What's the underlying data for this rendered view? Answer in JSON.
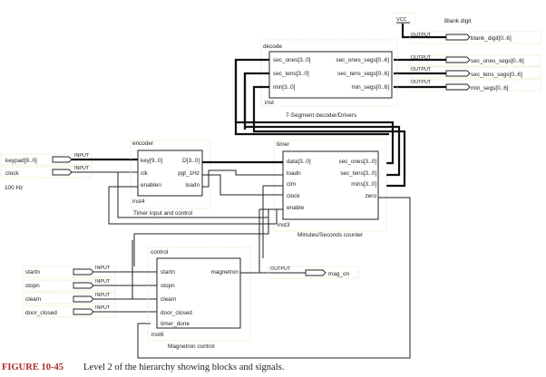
{
  "figure": {
    "number": "FIGURE 10-45",
    "caption": "Level 2 of the hierarchy showing blocks and signals."
  },
  "vcc": {
    "label": "VCC",
    "note": "Blank digit"
  },
  "pin_type_labels": {
    "input": "INPUT",
    "output": "OUTPUT"
  },
  "inputs": [
    {
      "name": "keypad[9..0]"
    },
    {
      "name": "clock"
    },
    {
      "name": "startn"
    },
    {
      "name": "stopn"
    },
    {
      "name": "clearn"
    },
    {
      "name": "door_closed"
    }
  ],
  "clock_note": "100 Hz",
  "outputs": [
    {
      "name": "blank_digit[0..6]"
    },
    {
      "name": "sec_ones_segs[0..6]"
    },
    {
      "name": "sec_tens_segs[0..6]"
    },
    {
      "name": "min_segs[0..6]"
    },
    {
      "name": "mag_on"
    }
  ],
  "blocks": {
    "decode": {
      "name": "decode",
      "instance": "inst",
      "description": "7-Segment decoder/Drivers",
      "left_ports": [
        "sec_ones[3..0]",
        "sec_tens[3..0]",
        "min[3..0]"
      ],
      "right_ports": [
        "sec_ones_segs[0..6]",
        "sec_tens_segs[0..6]",
        "min_segs[0..6]"
      ]
    },
    "encoder": {
      "name": "encoder",
      "instance": "inst4",
      "description": "Timer input and control",
      "left_ports": [
        "key[9..0]",
        "clk",
        "enablen"
      ],
      "right_ports": [
        "D[3..0]",
        "pgt_1Hz",
        "loadn"
      ]
    },
    "timer": {
      "name": "timer",
      "instance": "inst3",
      "description": "Minutes/Seconds counter",
      "left_ports": [
        "data[3..0]",
        "loadn",
        "clrn",
        "clock",
        "enable"
      ],
      "right_ports": [
        "sec_ones[3..0]",
        "sec_tens[3..0]",
        "mins[3..0]",
        "zero"
      ]
    },
    "control": {
      "name": "control",
      "instance": "inst6",
      "description": "Magnetron control",
      "left_ports": [
        "startn",
        "stopn",
        "clearn",
        "door_closed",
        "timer_done"
      ],
      "right_ports": [
        "magnetron"
      ]
    }
  }
}
